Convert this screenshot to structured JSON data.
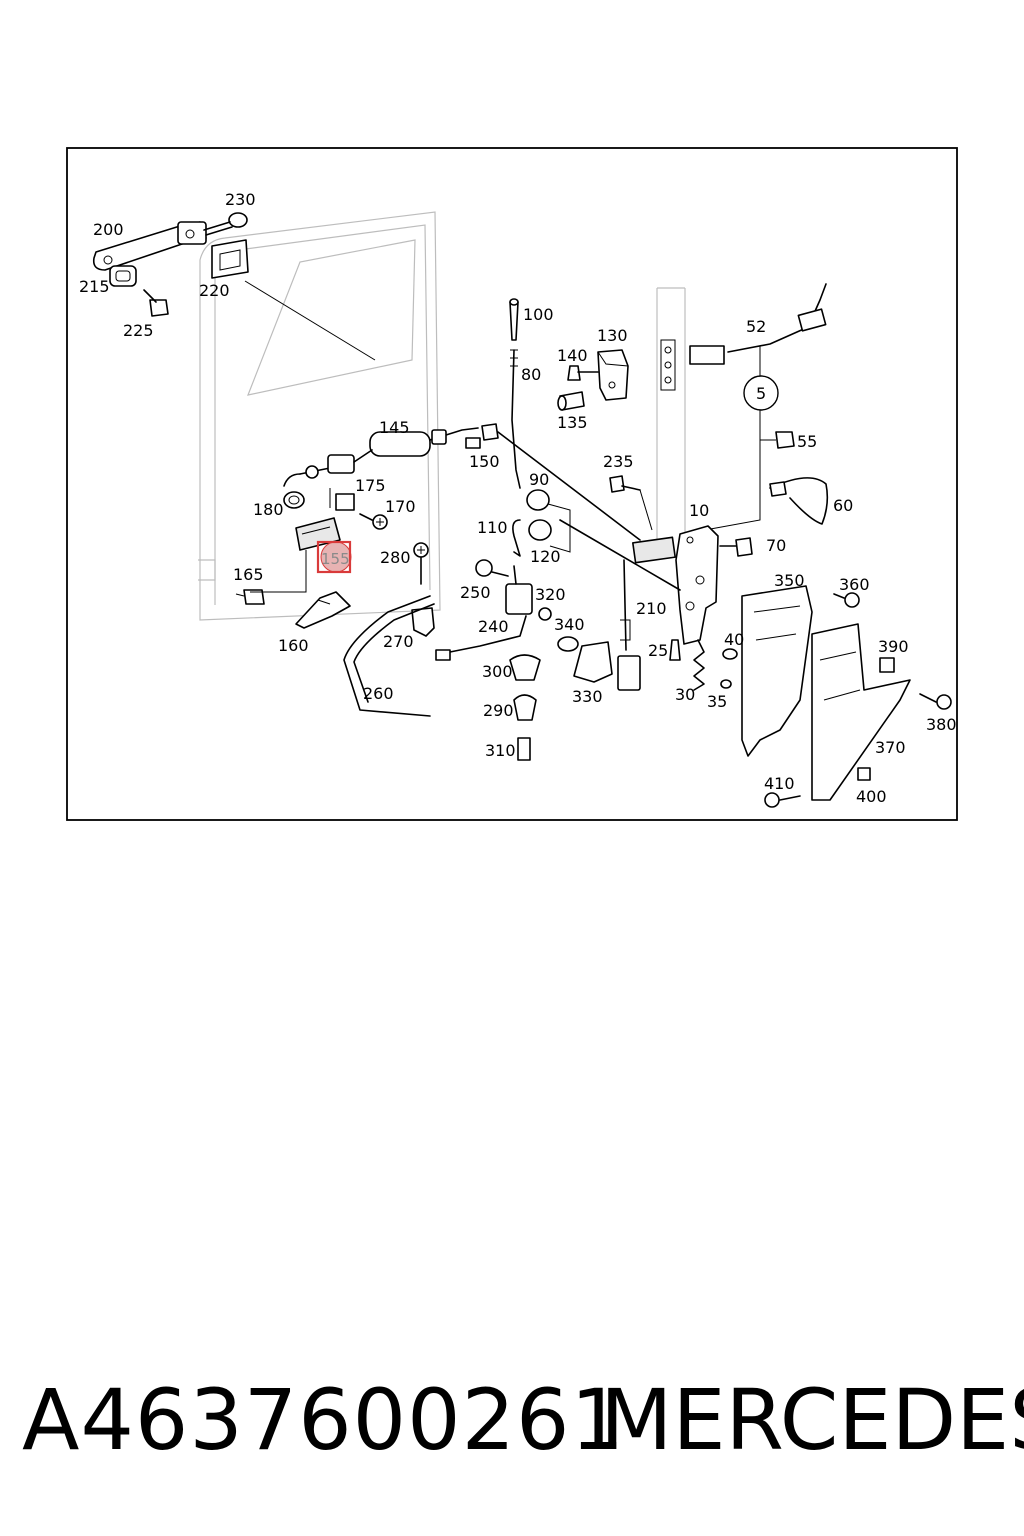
{
  "diagram": {
    "callouts": [
      "200",
      "230",
      "215",
      "220",
      "225",
      "100",
      "130",
      "140",
      "80",
      "135",
      "52",
      "5",
      "145",
      "150",
      "55",
      "180",
      "175",
      "170",
      "235",
      "90",
      "60",
      "110",
      "120",
      "10",
      "70",
      "155",
      "165",
      "280",
      "250",
      "320",
      "350",
      "360",
      "340",
      "240",
      "210",
      "40",
      "390",
      "270",
      "25",
      "300",
      "160",
      "330",
      "30",
      "35",
      "380",
      "260",
      "290",
      "370",
      "310",
      "410",
      "400"
    ],
    "highlighted_callout": "155",
    "highlight_color": "#d93a3a"
  },
  "footer": {
    "part_number": "A4637600261",
    "brand": "MERCEDES"
  }
}
